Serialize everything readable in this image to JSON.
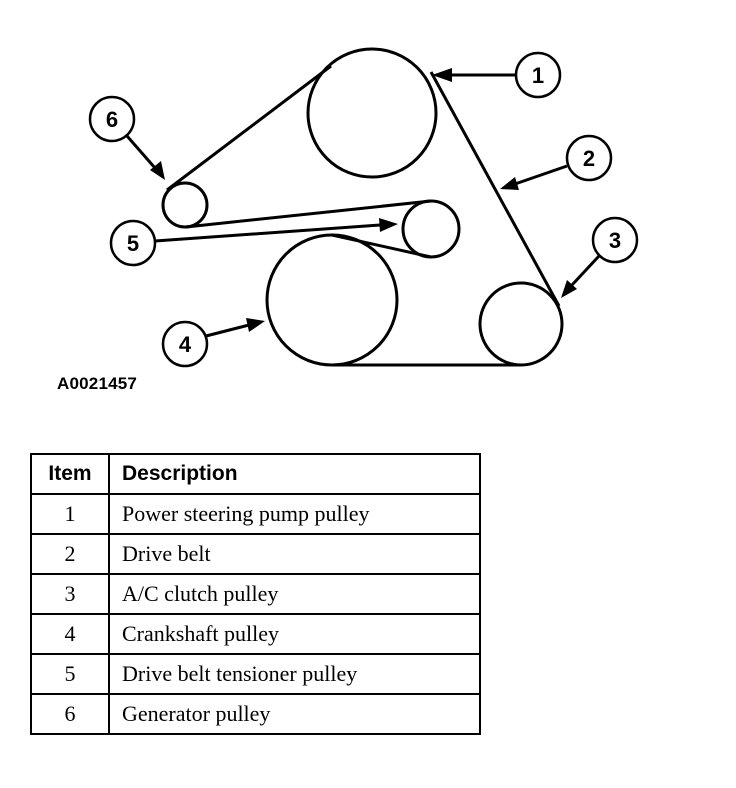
{
  "figure_id": "A0021457",
  "callouts": [
    "1",
    "2",
    "3",
    "4",
    "5",
    "6"
  ],
  "table": {
    "headers": [
      "Item",
      "Description"
    ],
    "rows": [
      [
        "1",
        "Power steering pump pulley"
      ],
      [
        "2",
        "Drive belt"
      ],
      [
        "3",
        "A/C clutch pulley"
      ],
      [
        "4",
        "Crankshaft pulley"
      ],
      [
        "5",
        "Drive belt tensioner pulley"
      ],
      [
        "6",
        "Generator pulley"
      ]
    ]
  }
}
